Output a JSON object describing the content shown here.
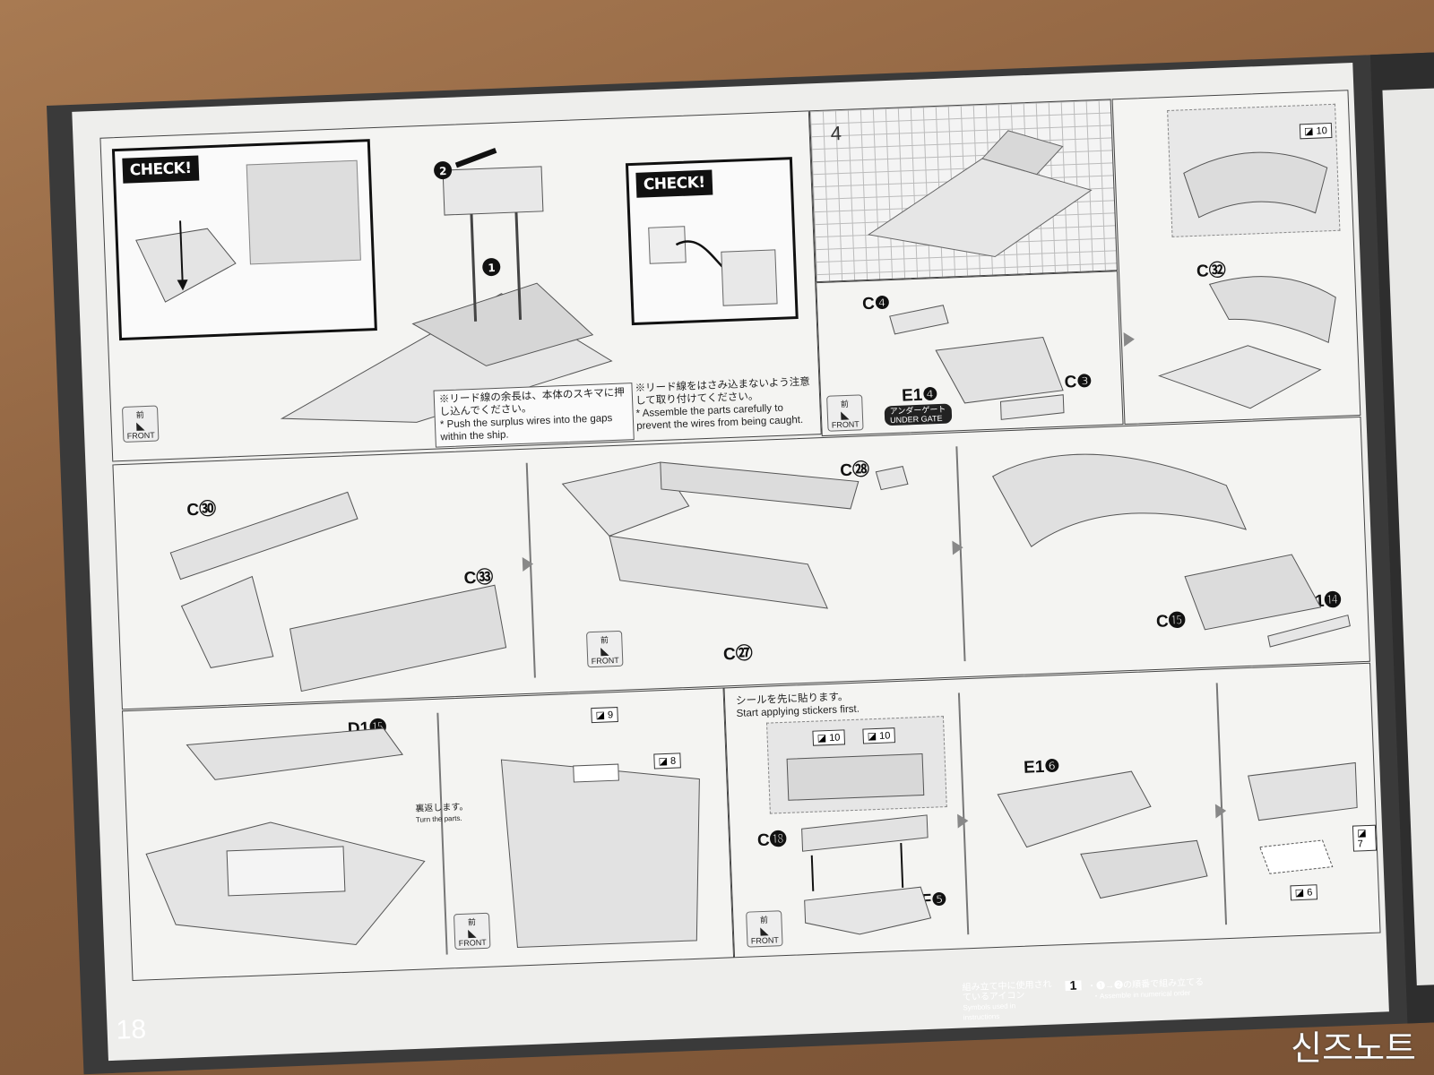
{
  "page_number": "18",
  "step": "4",
  "front_label": {
    "kanji": "前",
    "text": "FRONT"
  },
  "check_label": "CHECK!",
  "notes": {
    "wire_push_jp": "※リード線の余長は、本体のスキマに押し込んでください。",
    "wire_push_en": "* Push the surplus wires into the gaps within the ship.",
    "wire_careful_jp": "※リード線をはさみ込まないよう注意して取り付けてください。",
    "wire_careful_en": "* Assemble the parts carefully to prevent the wires from being caught.",
    "under_gate_jp": "アンダーゲート",
    "under_gate_en": "UNDER GATE",
    "turn_jp": "裏返します。",
    "turn_en": "Turn the parts.",
    "sticker_first_jp": "シールを先に貼ります。",
    "sticker_first_en": "Start applying stickers first."
  },
  "parts": {
    "c4": "C❹",
    "c3": "C❸",
    "e14": "E1❹",
    "c32": "C㉜",
    "c30": "C㉚",
    "c33": "C㉝",
    "c28": "C㉘",
    "c27": "C㉗",
    "c15": "C⓯",
    "d114": "D1⓮",
    "d115": "D1⓯",
    "c18": "C⓲",
    "f5": "F❺",
    "e16": "E1❻"
  },
  "stickers": {
    "s10": "10",
    "s9": "9",
    "s8": "8",
    "s7": "7",
    "s6": "6"
  },
  "legend": {
    "icons_jp": "組み立て中に使用されているアイコン",
    "icons_en": "Symbols used in instructions",
    "order_num": "1",
    "order_jp": "・❶→❷の順番で組み立てる",
    "order_en": "・Assemble in numerical order"
  },
  "watermark": "신즈노트"
}
